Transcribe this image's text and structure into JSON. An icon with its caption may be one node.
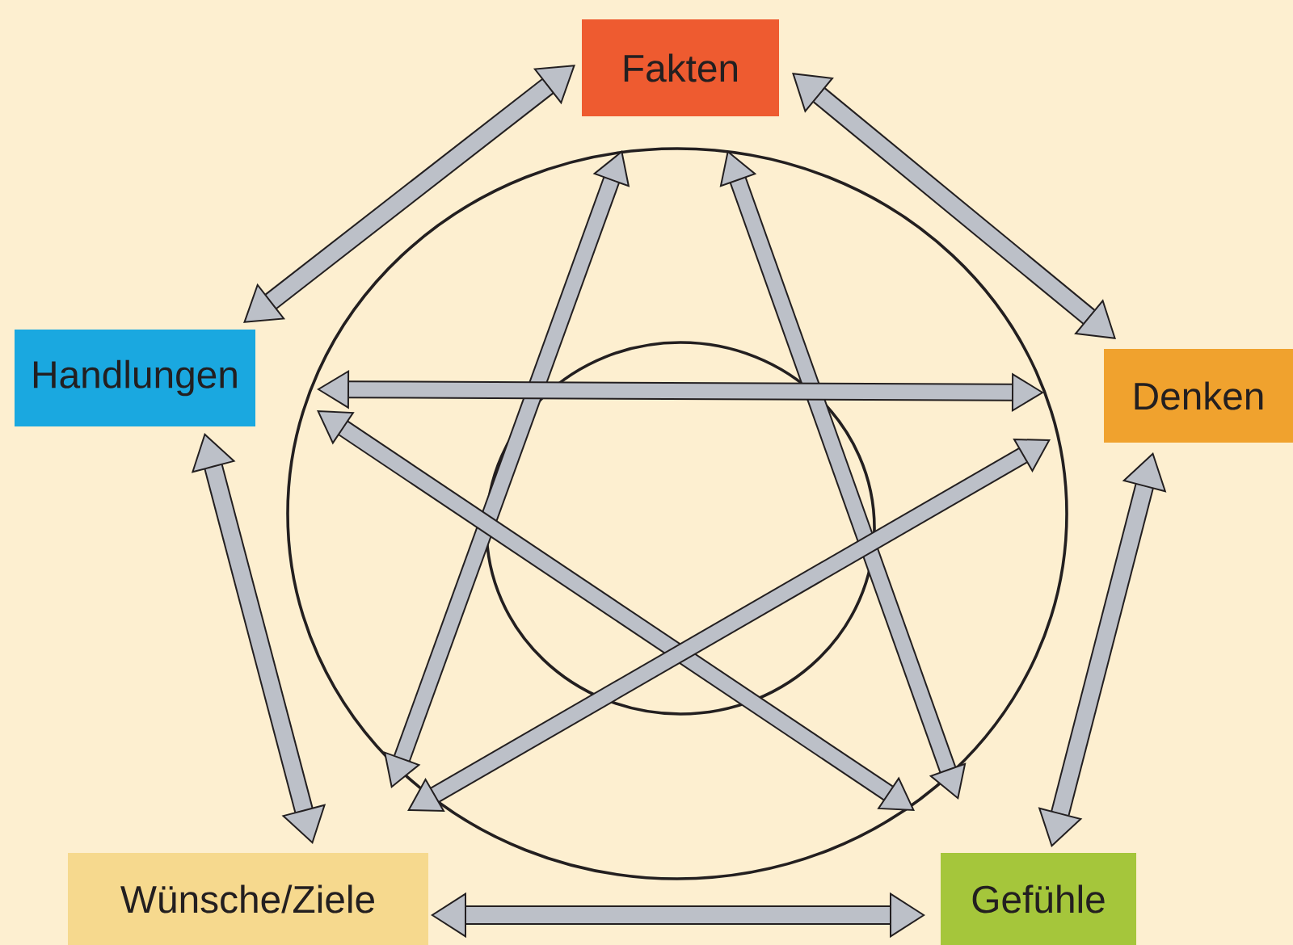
{
  "diagram": {
    "nodes": [
      {
        "text": [
          "Fakten"
        ]
      },
      {
        "text": [
          "Handlungen"
        ]
      },
      {
        "text": [
          "Denken"
        ]
      },
      {
        "text": [
          "Wünsche/Ziele"
        ]
      },
      {
        "text": [
          "Gefühle"
        ]
      }
    ],
    "edges": [
      {
        "from": 0,
        "to": 2,
        "arrow": "both"
      },
      {
        "from": 2,
        "to": 4,
        "arrow": "both"
      },
      {
        "from": 4,
        "to": 3,
        "arrow": "both"
      },
      {
        "from": 3,
        "to": 1,
        "arrow": "both"
      },
      {
        "from": 1,
        "to": 0,
        "arrow": "both"
      }
    ]
  }
}
